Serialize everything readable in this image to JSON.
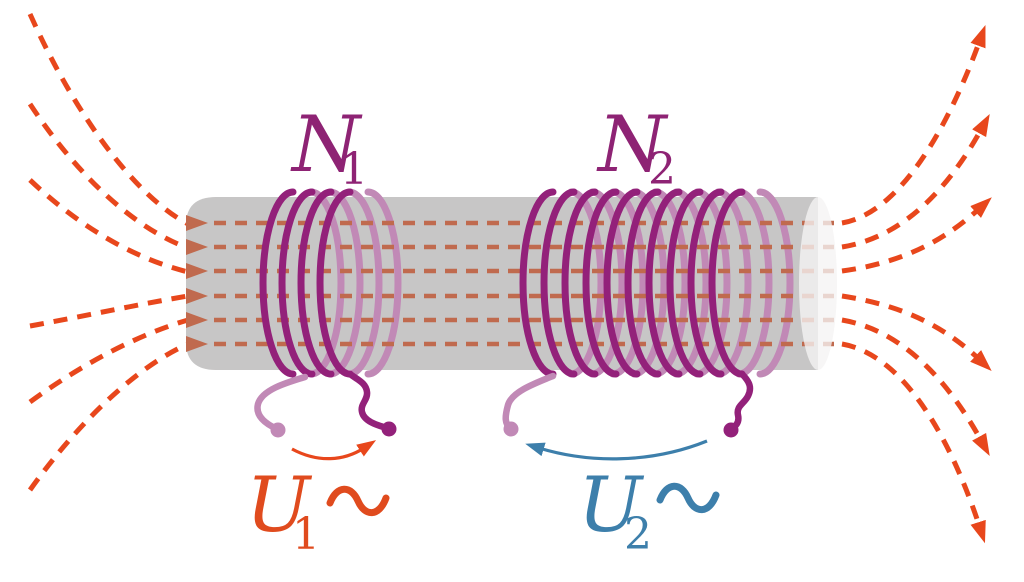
{
  "figure": {
    "kind": "transformer-coil-diagram",
    "field_line_rows": 6,
    "left_external_lines": 6,
    "right_external_lines": 6,
    "primary_coil_turns": 4,
    "secondary_coil_turns": 10
  },
  "labels": {
    "primary_turns": {
      "base": "N",
      "sub": "1"
    },
    "secondary_turns": {
      "base": "N",
      "sub": "2"
    },
    "primary_voltage": {
      "base": "U",
      "sub": "1"
    },
    "secondary_voltage": {
      "base": "U",
      "sub": "2"
    }
  },
  "icons": {
    "ac_source_icon": "∿",
    "field_direction_icon": "➤"
  },
  "colors": {
    "field_outer": "#e8471c",
    "field_inner": "#c06a4e",
    "core_body": "#c7c6c6",
    "core_cap": "rgba(245,244,244,0.78)",
    "coil_front": "#93217a",
    "coil_back": "#c189b6",
    "label_coil": "#8e2374",
    "voltage1": "#e04b1e",
    "voltage2": "#3d7fab",
    "arrow1": "#e8471c",
    "arrow2": "#3d7fab"
  }
}
